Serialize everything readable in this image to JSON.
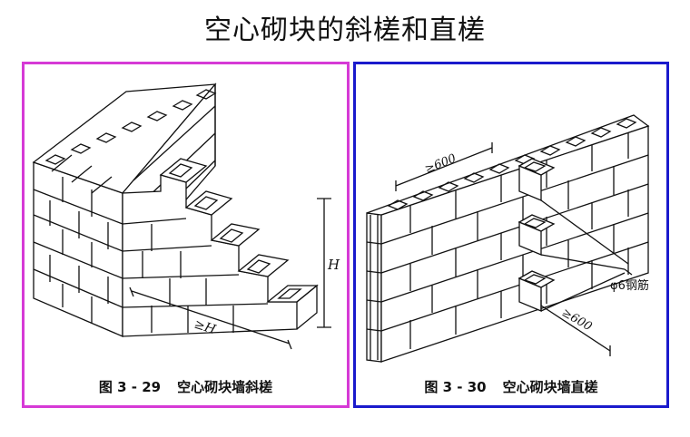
{
  "page": {
    "title": "空心砌块的斜槎和直槎"
  },
  "left_figure": {
    "number": "图 3 - 29",
    "caption": "空心砌块墙斜槎",
    "label_height": "H",
    "label_run": "≥H"
  },
  "right_figure": {
    "number": "图 3 - 30",
    "caption": "空心砌块墙直槎",
    "label_top": "≥600",
    "label_bottom": "≥600",
    "label_rebar": "φ6钢筋"
  },
  "colors": {
    "left_border": "#d63ad6",
    "right_border": "#1a1acc"
  }
}
